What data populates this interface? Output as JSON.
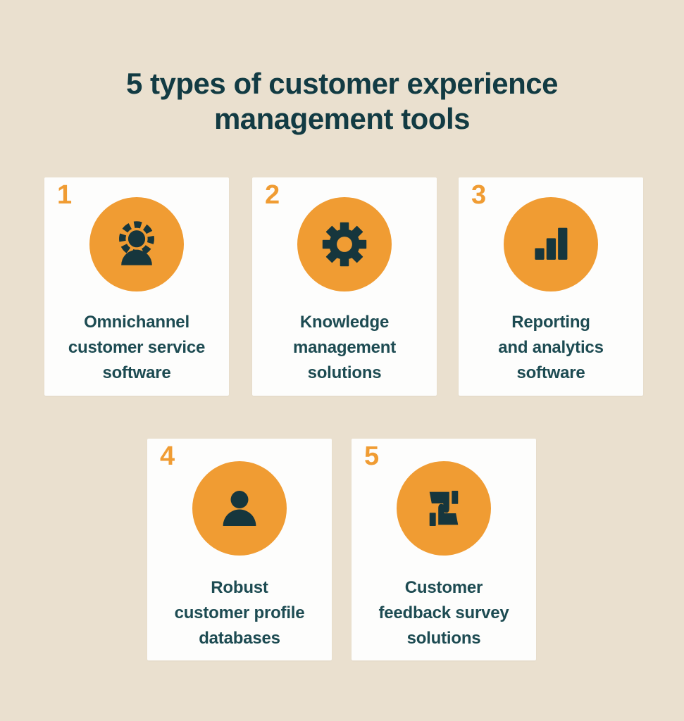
{
  "title": "5 types of customer experience\nmanagement tools",
  "colors": {
    "background": "#EAE0CF",
    "card_background": "#FDFDFC",
    "accent_orange": "#F09C33",
    "icon_teal": "#16363D",
    "title_teal": "#123B43",
    "label_teal": "#1D4B52"
  },
  "cards": [
    {
      "number": "1",
      "icon": "support-agent-icon",
      "label": "Omnichannel\ncustomer service\nsoftware"
    },
    {
      "number": "2",
      "icon": "gear-icon",
      "label": "Knowledge\nmanagement\nsolutions"
    },
    {
      "number": "3",
      "icon": "bar-chart-icon",
      "label": "Reporting\nand analytics\nsoftware"
    },
    {
      "number": "4",
      "icon": "user-icon",
      "label": "Robust\ncustomer profile\ndatabases"
    },
    {
      "number": "5",
      "icon": "thumbs-feedback-icon",
      "label": "Customer\nfeedback survey\nsolutions"
    }
  ]
}
